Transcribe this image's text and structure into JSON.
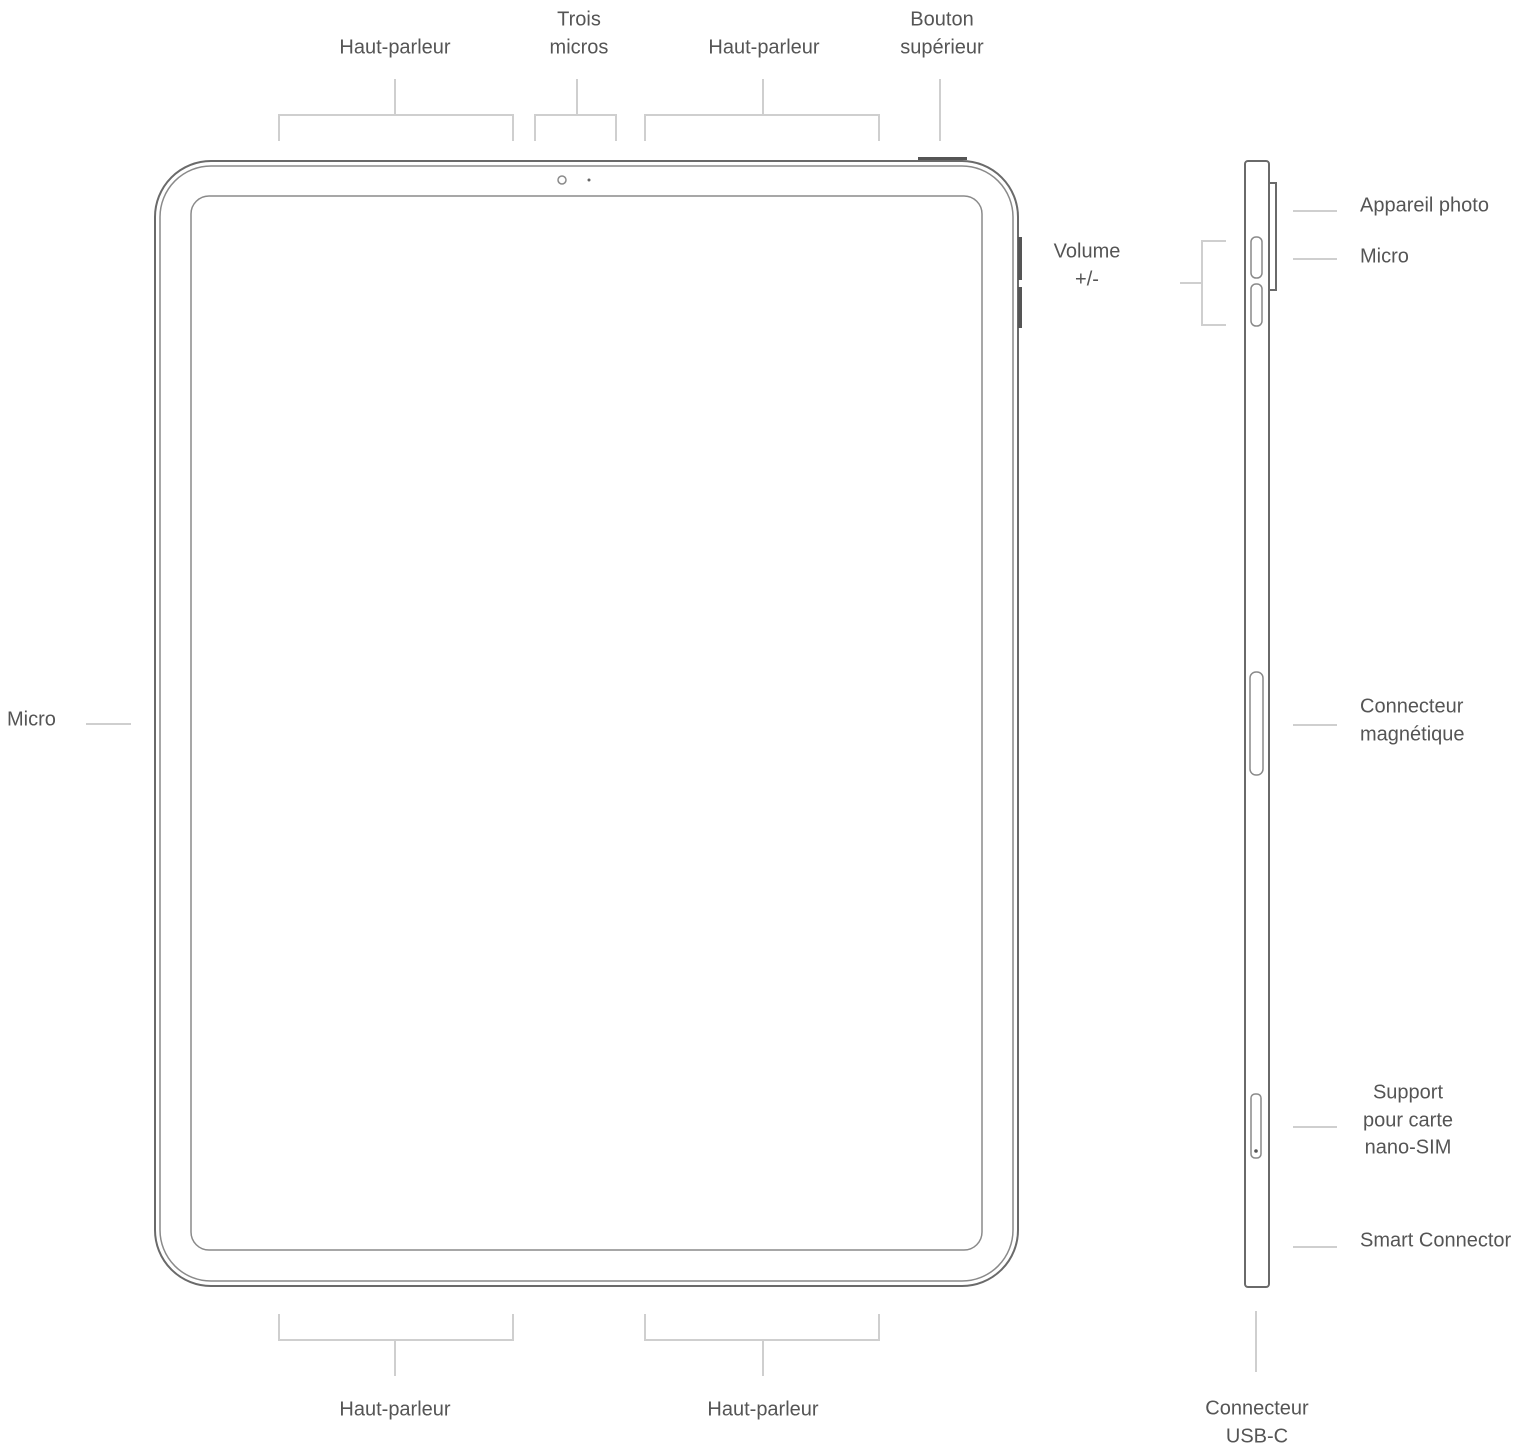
{
  "labels": {
    "top_speaker_left": "Haut-parleur",
    "three_mics": [
      "Trois",
      "micros"
    ],
    "top_speaker_right": "Haut-parleur",
    "top_button": [
      "Bouton",
      "supérieur"
    ],
    "volume": [
      "Volume",
      "+/-"
    ],
    "camera": "Appareil photo",
    "side_mic": "Micro",
    "left_mic": "Micro",
    "magnetic_connector": [
      "Connecteur",
      "magnétique"
    ],
    "nano_sim": [
      "Support",
      "pour carte",
      "nano-SIM"
    ],
    "smart_connector": "Smart Connector",
    "bottom_speaker_left": "Haut-parleur",
    "bottom_speaker_right": "Haut-parleur",
    "usb_c": [
      "Connecteur",
      "USB-C"
    ]
  }
}
